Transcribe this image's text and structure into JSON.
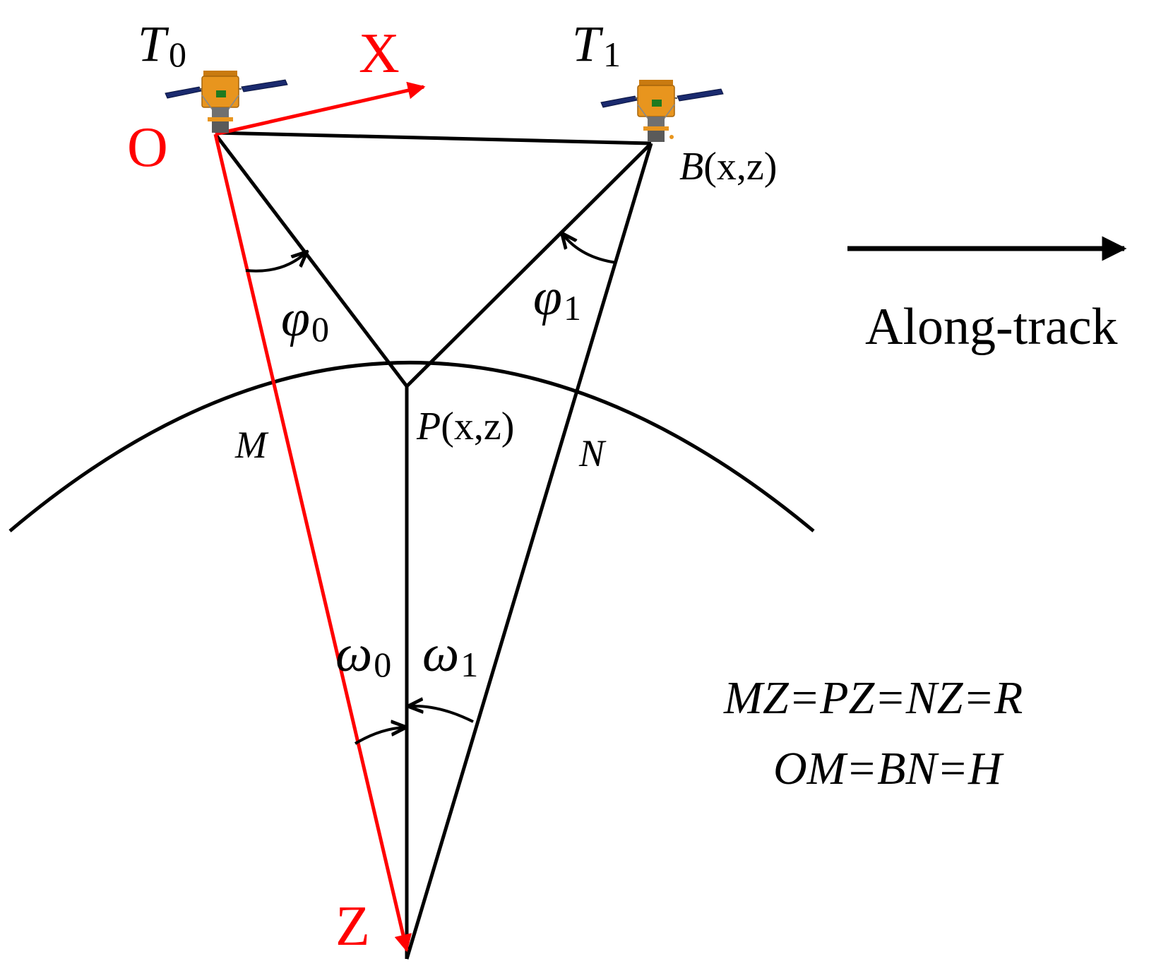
{
  "labels": {
    "t0": "T",
    "t0_sub": "0",
    "t1": "T",
    "t1_sub": "1",
    "x_axis": "X",
    "z_axis": "Z",
    "origin": "O",
    "b_name": "B",
    "b_coords": "(x,z)",
    "p_name": "P",
    "p_coords": "(x,z)",
    "m": "M",
    "n": "N",
    "phi0": "φ",
    "phi0_sub": "0",
    "phi1": "φ",
    "phi1_sub": "1",
    "omega0": "ω",
    "omega0_sub": "0",
    "omega1": "ω",
    "omega1_sub": "1",
    "along_track": "Along-track"
  },
  "equations": {
    "line1": "MZ=PZ=NZ=R",
    "line2": "OM=BN=H"
  },
  "colors": {
    "axis_red": "#ff0000",
    "line_black": "#000000",
    "satellite_body": "#e8951e",
    "satellite_panel": "#1a2a6e",
    "satellite_base": "#707070"
  },
  "icons": {
    "satellite": "satellite-icon"
  }
}
